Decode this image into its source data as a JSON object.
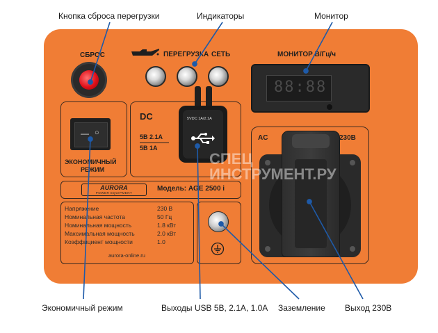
{
  "callouts": {
    "reset_button": "Кнопка сброса перегрузки",
    "indicators": "Индикаторы",
    "monitor": "Монитор",
    "eco_mode": "Экономичный режим",
    "usb_outputs": "Выходы USB 5В, 2.1А, 1.0А",
    "grounding": "Заземление",
    "output_230": "Выход 230В"
  },
  "panel": {
    "reset_label": "СБРОС",
    "overload_label": "ПЕРЕГРУЗКА",
    "network_label": "СЕТЬ",
    "monitor_label": "МОНИТОР В/Гц/ч",
    "monitor_digits": "88:88",
    "dc_label": "DC",
    "usb_a": "5В 2.1А",
    "usb_b": "5В 1А",
    "usb_spec": "5VDC 1A/2.1A",
    "eco_label_1": "ЭКОНОМИЧНЫЙ",
    "eco_label_2": "РЕЖИМ",
    "switch_off": "—",
    "switch_on": "○",
    "brand": "AURORA",
    "brand_sub": "POWER EQUIPMENT",
    "model": "Модель: AGE 2500 i",
    "ac_label": "AC",
    "ac_voltage": "230В",
    "website": "aurora-online.ru",
    "watermark_1": "СПЕЦ",
    "watermark_2": "ИНСТРУМЕНТ.РУ"
  },
  "specs": [
    {
      "name": "Напряжение",
      "value": "230 В"
    },
    {
      "name": "Номинальная частота",
      "value": "50 Гц"
    },
    {
      "name": "Номинальная мощность",
      "value": "1.8 кВт"
    },
    {
      "name": "Максимальная мощность",
      "value": "2.0 кВт"
    },
    {
      "name": "Коэффициент мощности",
      "value": "1.0"
    }
  ],
  "colors": {
    "panel": "#f07d35",
    "reset_button": "#e0101a",
    "dark": "#1f1f1f"
  }
}
